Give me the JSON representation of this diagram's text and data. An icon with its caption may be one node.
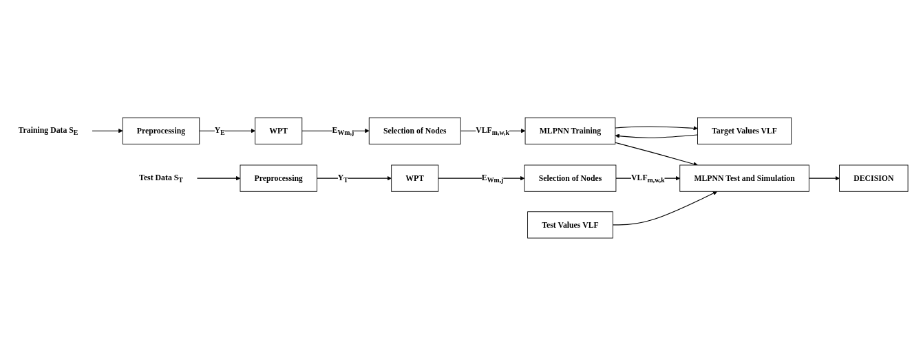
{
  "diagram": {
    "nodes": [
      {
        "text": [
          "Training Data S$_{E}$"
        ]
      },
      {
        "text": [
          "Preprocessing"
        ]
      },
      {
        "text": [
          "WPT"
        ]
      },
      {
        "text": [
          "Selection of Nodes"
        ]
      },
      {
        "text": [
          "MLPNN Training"
        ]
      },
      {
        "text": [
          "Target Values VLF"
        ]
      },
      {
        "text": [
          "Test Data S$_{T}$"
        ]
      },
      {
        "text": [
          "Preprocessing"
        ]
      },
      {
        "text": [
          "WPT"
        ]
      },
      {
        "text": [
          "Selection of Nodes"
        ]
      },
      {
        "text": [
          "MLPNN Test and Simulation"
        ]
      },
      {
        "text": [
          "Test Values VLF"
        ]
      },
      {
        "text": [
          "DECISION"
        ]
      }
    ],
    "edges": [
      {
        "from": 0,
        "to": 1,
        "arrow": "to"
      },
      {
        "from": 1,
        "to": 2,
        "arrow": "to",
        "label": "Y$_{E}$"
      },
      {
        "from": 2,
        "to": 3,
        "arrow": "to",
        "label": "E$_{Wm,j}$"
      },
      {
        "from": 3,
        "to": 4,
        "arrow": "to",
        "label": "VLF$_{m,w,k}$"
      },
      {
        "from": 5,
        "to": 4,
        "arrow": "to"
      },
      {
        "from": 4,
        "to": 5,
        "arrow": "to"
      },
      {
        "from": 4,
        "to": 10,
        "arrow": "to"
      },
      {
        "from": 6,
        "to": 7,
        "arrow": "to"
      },
      {
        "from": 7,
        "to": 8,
        "arrow": "to",
        "label": "Y$_{T}$"
      },
      {
        "from": 8,
        "to": 9,
        "arrow": "to",
        "label": "E$_{Wm,j}$"
      },
      {
        "from": 9,
        "to": 10,
        "arrow": "to",
        "label": "VLF$_{m,w,k}$"
      },
      {
        "from": 11,
        "to": 10,
        "arrow": "to"
      },
      {
        "from": 10,
        "to": 12,
        "arrow": "to"
      }
    ]
  }
}
